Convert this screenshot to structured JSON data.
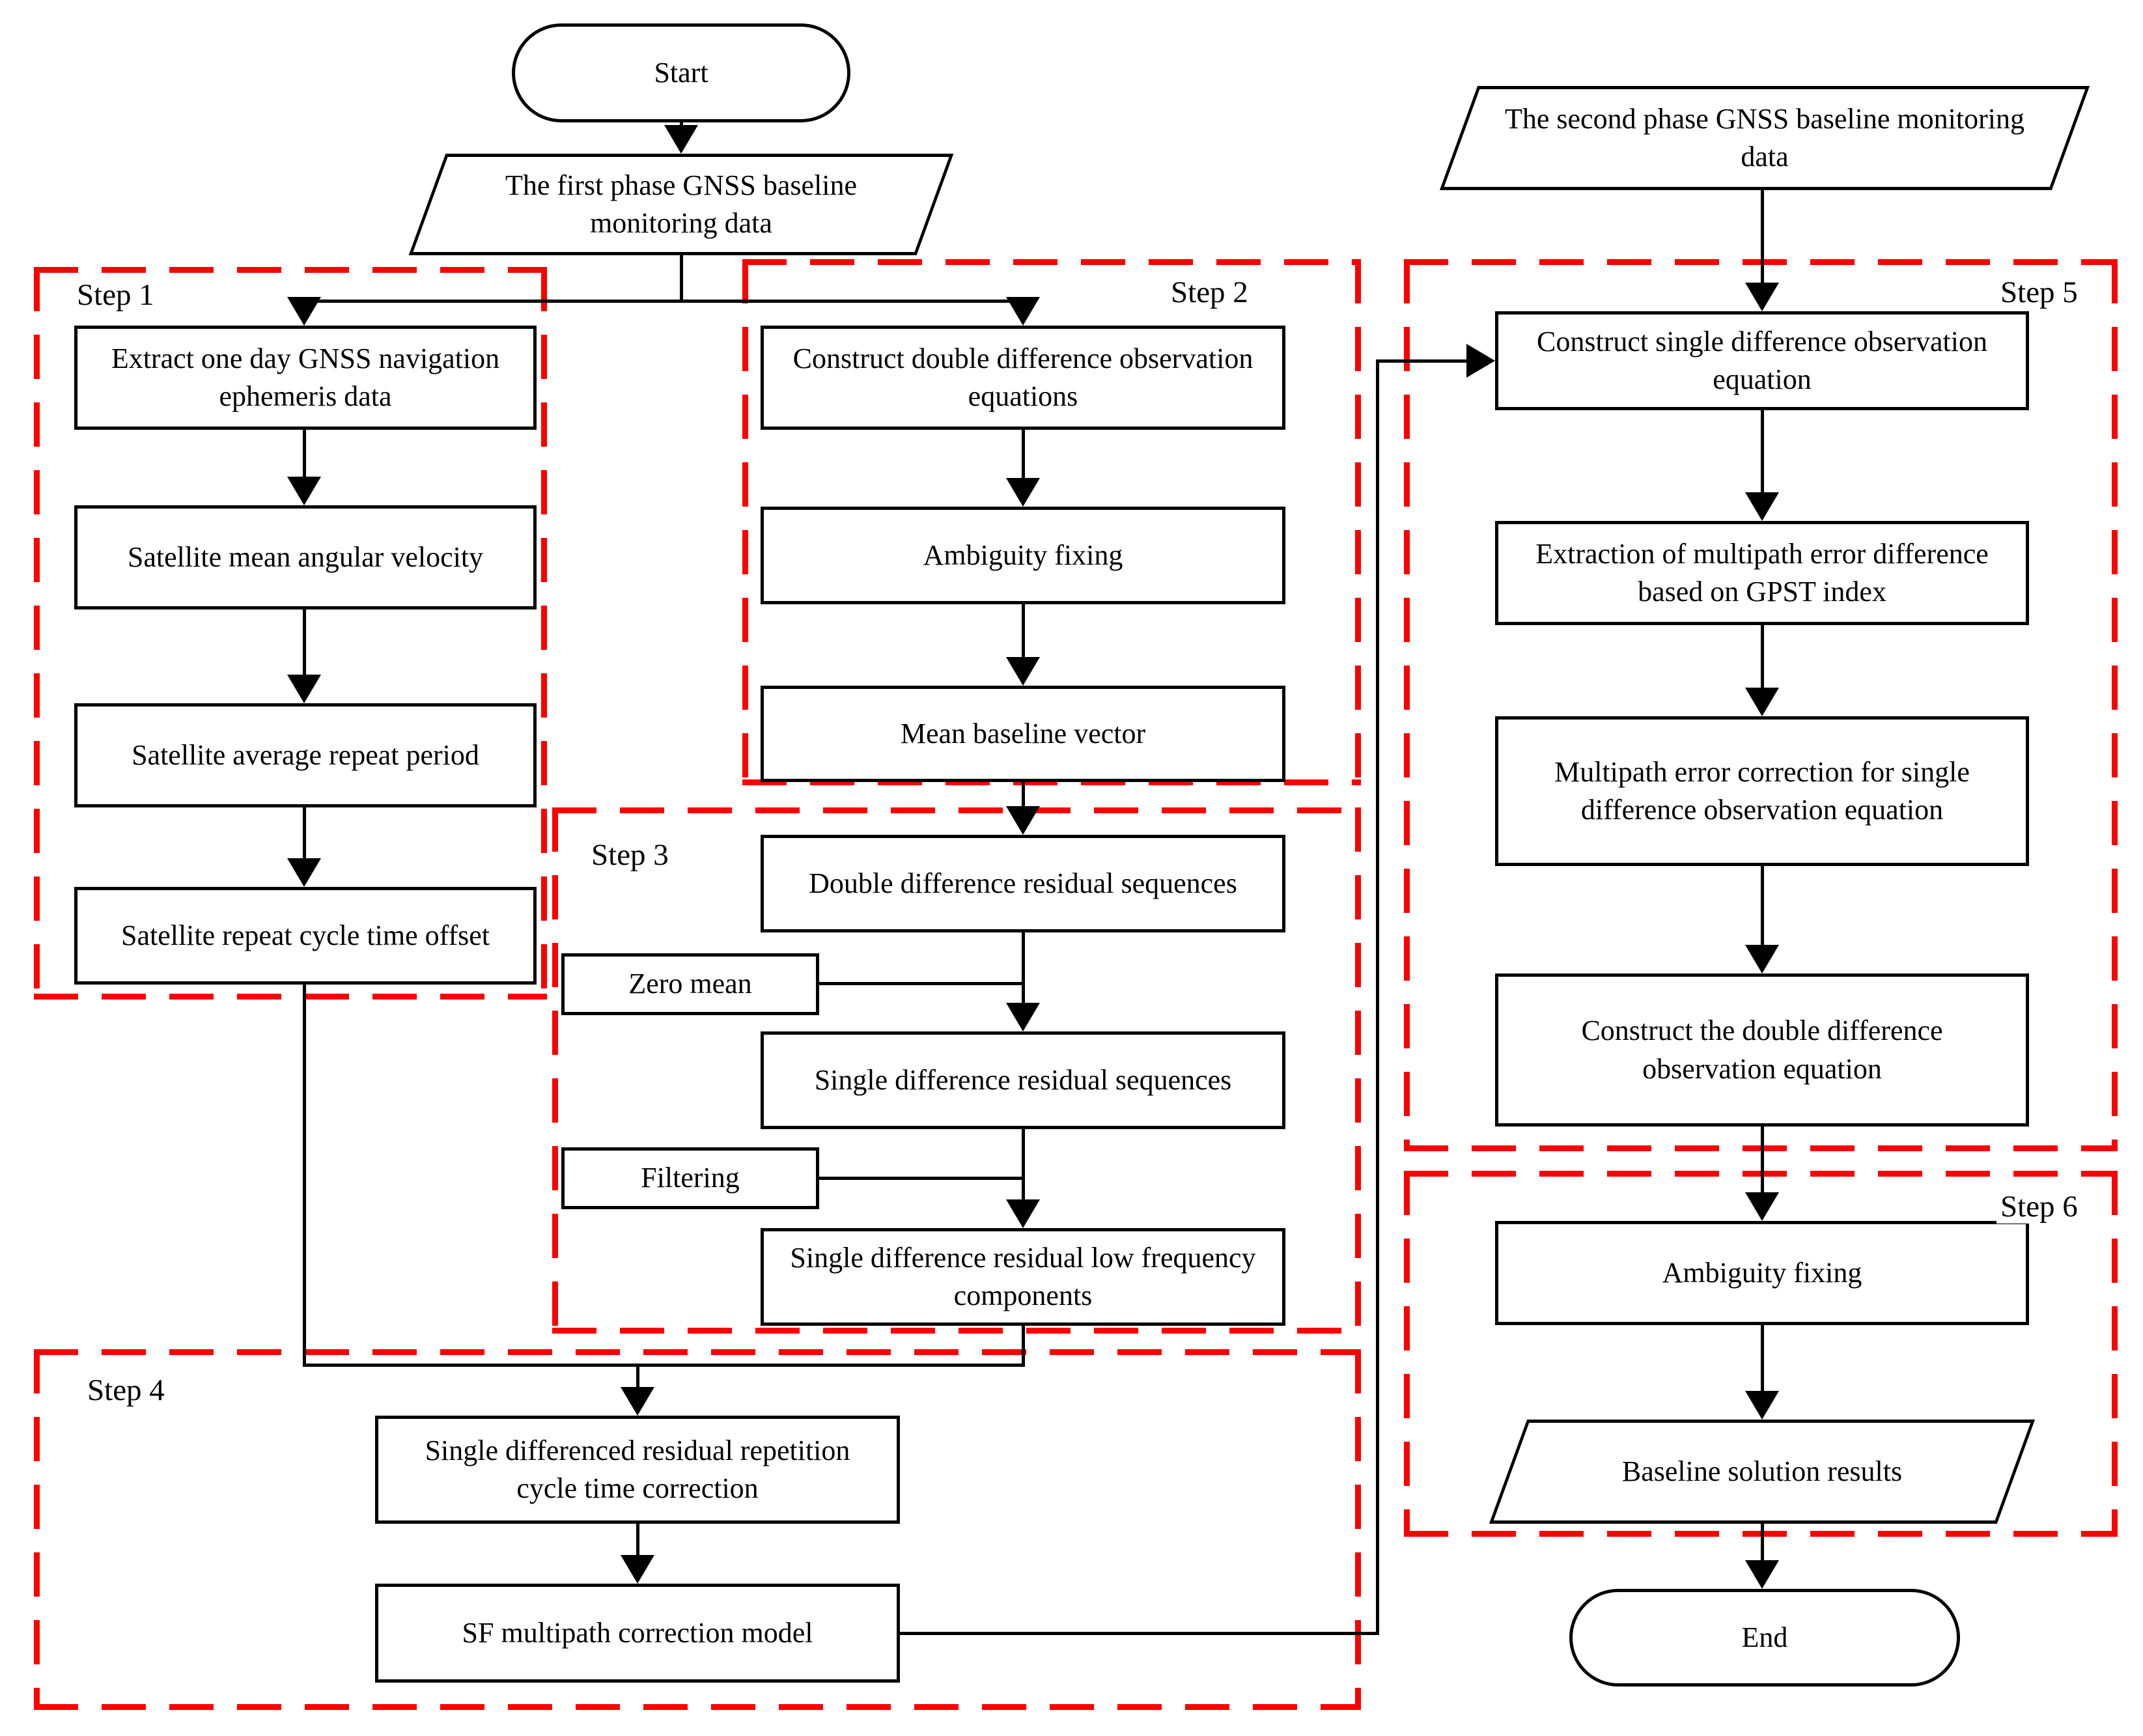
{
  "flowchart": {
    "colors": {
      "region_dash": "#fb0100",
      "line": "#000000",
      "background": "#ffffff"
    },
    "nodes": {
      "start": {
        "shape": "terminator",
        "label": "Start"
      },
      "first_phase_data": {
        "shape": "io",
        "label": "The first phase GNSS baseline monitoring data"
      },
      "extract_ephemeris": {
        "shape": "process",
        "label": "Extract one day GNSS navigation ephemeris data"
      },
      "mean_angular_velocity": {
        "shape": "process",
        "label": "Satellite mean angular velocity"
      },
      "average_repeat_period": {
        "shape": "process",
        "label": "Satellite average repeat period"
      },
      "repeat_cycle_offset": {
        "shape": "process",
        "label": "Satellite repeat cycle time offset"
      },
      "construct_dd_equations": {
        "shape": "process",
        "label": "Construct double difference observation equations"
      },
      "ambiguity_fixing_1": {
        "shape": "process",
        "label": "Ambiguity fixing"
      },
      "mean_baseline_vector": {
        "shape": "process",
        "label": "Mean baseline vector"
      },
      "dd_residual_sequences": {
        "shape": "process",
        "label": "Double difference residual sequences"
      },
      "zero_mean": {
        "shape": "process",
        "label": "Zero mean"
      },
      "sd_residual_sequences": {
        "shape": "process",
        "label": "Single difference residual sequences"
      },
      "filtering": {
        "shape": "process",
        "label": "Filtering"
      },
      "sd_low_freq_components": {
        "shape": "process",
        "label": "Single difference residual low frequency components"
      },
      "sd_repetition_correction": {
        "shape": "process",
        "label": "Single differenced residual repetition cycle time correction"
      },
      "sf_multipath_model": {
        "shape": "process",
        "label": "SF multipath correction model"
      },
      "second_phase_data": {
        "shape": "io",
        "label": "The second phase GNSS baseline monitoring data"
      },
      "construct_sd_equation": {
        "shape": "process",
        "label": "Construct single difference observation equation"
      },
      "extract_multipath_gpst": {
        "shape": "process",
        "label": "Extraction of multipath error difference based on GPST index"
      },
      "multipath_correction_sd": {
        "shape": "process",
        "label": "Multipath error correction for single difference observation equation"
      },
      "construct_dd_equation_2": {
        "shape": "process",
        "label": "Construct the double difference observation equation"
      },
      "ambiguity_fixing_2": {
        "shape": "process",
        "label": "Ambiguity fixing"
      },
      "baseline_solution_results": {
        "shape": "io",
        "label": "Baseline solution results"
      },
      "end": {
        "shape": "terminator",
        "label": "End"
      }
    },
    "steps": [
      {
        "label": "Step 1",
        "nodes": [
          "extract_ephemeris",
          "mean_angular_velocity",
          "average_repeat_period",
          "repeat_cycle_offset"
        ]
      },
      {
        "label": "Step 2",
        "nodes": [
          "construct_dd_equations",
          "ambiguity_fixing_1",
          "mean_baseline_vector"
        ]
      },
      {
        "label": "Step 3",
        "nodes": [
          "dd_residual_sequences",
          "zero_mean",
          "sd_residual_sequences",
          "filtering",
          "sd_low_freq_components"
        ]
      },
      {
        "label": "Step 4",
        "nodes": [
          "sd_repetition_correction",
          "sf_multipath_model"
        ]
      },
      {
        "label": "Step 5",
        "nodes": [
          "construct_sd_equation",
          "extract_multipath_gpst",
          "multipath_correction_sd",
          "construct_dd_equation_2"
        ]
      },
      {
        "label": "Step 6",
        "nodes": [
          "ambiguity_fixing_2",
          "baseline_solution_results"
        ]
      }
    ],
    "edges": [
      {
        "from": "start",
        "to": "first_phase_data"
      },
      {
        "from": "first_phase_data",
        "to": "extract_ephemeris"
      },
      {
        "from": "first_phase_data",
        "to": "construct_dd_equations"
      },
      {
        "from": "extract_ephemeris",
        "to": "mean_angular_velocity"
      },
      {
        "from": "mean_angular_velocity",
        "to": "average_repeat_period"
      },
      {
        "from": "average_repeat_period",
        "to": "repeat_cycle_offset"
      },
      {
        "from": "construct_dd_equations",
        "to": "ambiguity_fixing_1"
      },
      {
        "from": "ambiguity_fixing_1",
        "to": "mean_baseline_vector"
      },
      {
        "from": "mean_baseline_vector",
        "to": "dd_residual_sequences"
      },
      {
        "from": "dd_residual_sequences",
        "to": "sd_residual_sequences"
      },
      {
        "from": "zero_mean",
        "to": "sd_residual_sequences"
      },
      {
        "from": "sd_residual_sequences",
        "to": "sd_low_freq_components"
      },
      {
        "from": "filtering",
        "to": "sd_low_freq_components"
      },
      {
        "from": "repeat_cycle_offset",
        "to": "sd_repetition_correction"
      },
      {
        "from": "sd_low_freq_components",
        "to": "sd_repetition_correction"
      },
      {
        "from": "sd_repetition_correction",
        "to": "sf_multipath_model"
      },
      {
        "from": "sf_multipath_model",
        "to": "construct_sd_equation"
      },
      {
        "from": "second_phase_data",
        "to": "construct_sd_equation"
      },
      {
        "from": "construct_sd_equation",
        "to": "extract_multipath_gpst"
      },
      {
        "from": "extract_multipath_gpst",
        "to": "multipath_correction_sd"
      },
      {
        "from": "multipath_correction_sd",
        "to": "construct_dd_equation_2"
      },
      {
        "from": "construct_dd_equation_2",
        "to": "ambiguity_fixing_2"
      },
      {
        "from": "ambiguity_fixing_2",
        "to": "baseline_solution_results"
      },
      {
        "from": "baseline_solution_results",
        "to": "end"
      }
    ]
  }
}
